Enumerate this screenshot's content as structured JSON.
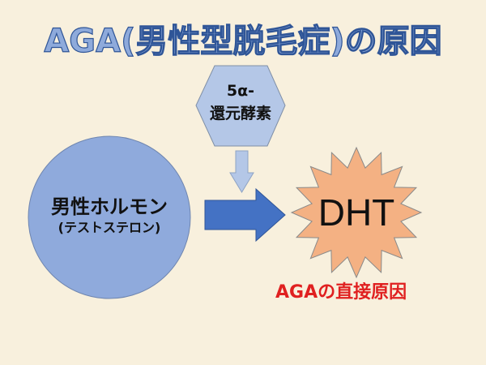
{
  "title": "AGA(男性型脱毛症)の原因",
  "enzyme": {
    "line1": "5α-",
    "line2": "還元酵素"
  },
  "hormone": {
    "name": "男性ホルモン",
    "sub": "(テストステロン)"
  },
  "product": {
    "label": "DHT"
  },
  "caption": "AGAの直接原因",
  "colors": {
    "background": "#f8f0dd",
    "title_fill": "#8eaadb",
    "title_stroke": "#2f5597",
    "hexagon": "#b4c7e7",
    "circle": "#8faadc",
    "big_arrow": "#4472c4",
    "small_arrow": "#b4c7e7",
    "starburst": "#f4b183",
    "caption": "#e02020"
  }
}
